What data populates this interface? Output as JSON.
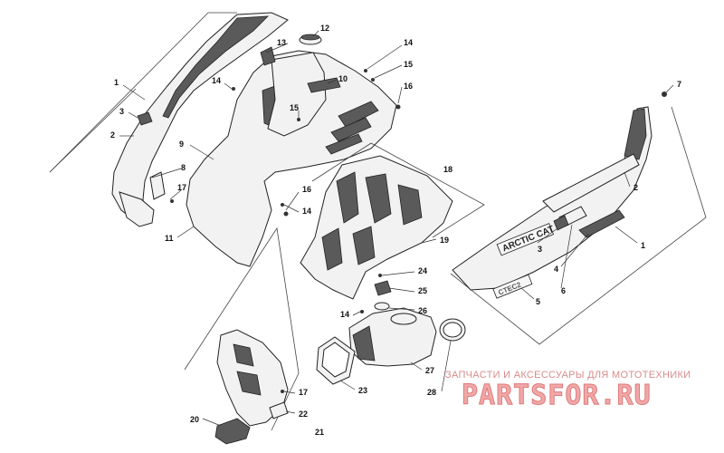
{
  "callouts": [
    {
      "id": "c1a",
      "label": "1"
    },
    {
      "id": "c1b",
      "label": "1"
    },
    {
      "id": "c2a",
      "label": "2"
    },
    {
      "id": "c2b",
      "label": "2"
    },
    {
      "id": "c3a",
      "label": "3"
    },
    {
      "id": "c3b",
      "label": "3"
    },
    {
      "id": "c4",
      "label": "4"
    },
    {
      "id": "c5",
      "label": "5"
    },
    {
      "id": "c6",
      "label": "6"
    },
    {
      "id": "c7",
      "label": "7"
    },
    {
      "id": "c8",
      "label": "8"
    },
    {
      "id": "c9",
      "label": "9"
    },
    {
      "id": "c10",
      "label": "10"
    },
    {
      "id": "c11",
      "label": "11"
    },
    {
      "id": "c12",
      "label": "12"
    },
    {
      "id": "c13",
      "label": "13"
    },
    {
      "id": "c14a",
      "label": "14"
    },
    {
      "id": "c14b",
      "label": "14"
    },
    {
      "id": "c14c",
      "label": "14"
    },
    {
      "id": "c14d",
      "label": "14"
    },
    {
      "id": "c15a",
      "label": "15"
    },
    {
      "id": "c15b",
      "label": "15"
    },
    {
      "id": "c16a",
      "label": "16"
    },
    {
      "id": "c16b",
      "label": "16"
    },
    {
      "id": "c17a",
      "label": "17"
    },
    {
      "id": "c17b",
      "label": "17"
    },
    {
      "id": "c18",
      "label": "18"
    },
    {
      "id": "c19",
      "label": "19"
    },
    {
      "id": "c20",
      "label": "20"
    },
    {
      "id": "c21",
      "label": "21"
    },
    {
      "id": "c22",
      "label": "22"
    },
    {
      "id": "c23",
      "label": "23"
    },
    {
      "id": "c24",
      "label": "24"
    },
    {
      "id": "c25",
      "label": "25"
    },
    {
      "id": "c26",
      "label": "26"
    },
    {
      "id": "c27",
      "label": "27"
    },
    {
      "id": "c28",
      "label": "28"
    }
  ],
  "decals": {
    "brand": "ARCTIC CAT",
    "model": "CTEC2"
  },
  "watermark": {
    "tagline": "ЗАПЧАСТИ И АКСЕССУАРЫ ДЛЯ МОТОТЕХНИКИ",
    "site": "PARTSFOR.RU"
  }
}
